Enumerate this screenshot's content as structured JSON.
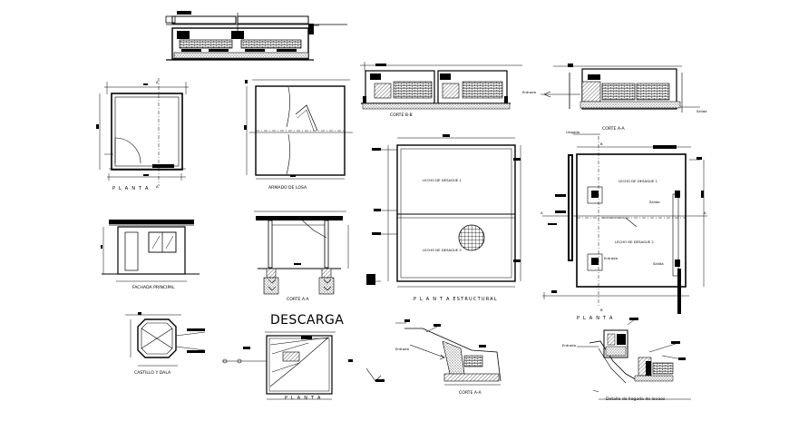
{
  "labels": {
    "planta_1": "P L A N T A",
    "armado_losa": "ARMADO DE LOSA",
    "fachada": "FACHADA PRINCIPAL",
    "corte_aa_1": "CORTE A-A",
    "corte_bb": "CORTE B-B",
    "corte_aa_2": "CORTE A-A",
    "planta_estructural": "P L A N T A  ESTRUCTURAL",
    "lecho_1a": "LECHO DE DESAGUE 1",
    "lecho_2a": "LECHO DE DESAGUE 2",
    "lecho_1b": "LECHO DE DESAGUE 1",
    "lecho_2b": "LECHO DE DESAGUE 2",
    "planta_2": "P L A N T A",
    "entrada_1": "Entrada",
    "entrada_2": "Entrada",
    "entrada_3": "Entrada",
    "entrada_4": "Entrada",
    "salida_1": "Salida",
    "salida_2": "Salida",
    "salida_3": "Salida",
    "llegada": "Llegada",
    "descarga": "DESCARGA",
    "castillo": "CASTILLO Y DALA",
    "planta_3": "P L A N T A",
    "corte_aa_3": "CORTE A-A",
    "detalle": "Detalle de llegada de lavaos",
    "axis_a": "A",
    "axis_b": "B"
  }
}
